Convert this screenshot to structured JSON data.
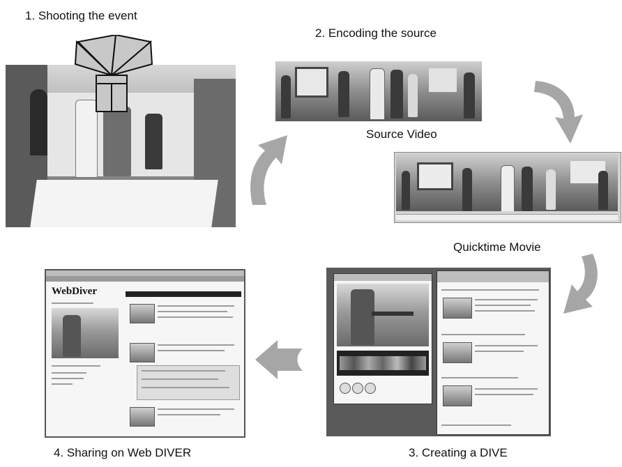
{
  "steps": {
    "step1": "1. Shooting the event",
    "step2": "2. Encoding the source",
    "step3": "3. Creating a DIVE",
    "step4": "4. Sharing on Web DIVER"
  },
  "captions": {
    "source_video": "Source Video",
    "quicktime_movie": "Quicktime Movie"
  },
  "webdiver_window": {
    "logo": "WebDiver"
  },
  "colors": {
    "arrow_gray": "#a6a6a6",
    "camera_fill": "#c8c8c8",
    "text": "#111111"
  }
}
